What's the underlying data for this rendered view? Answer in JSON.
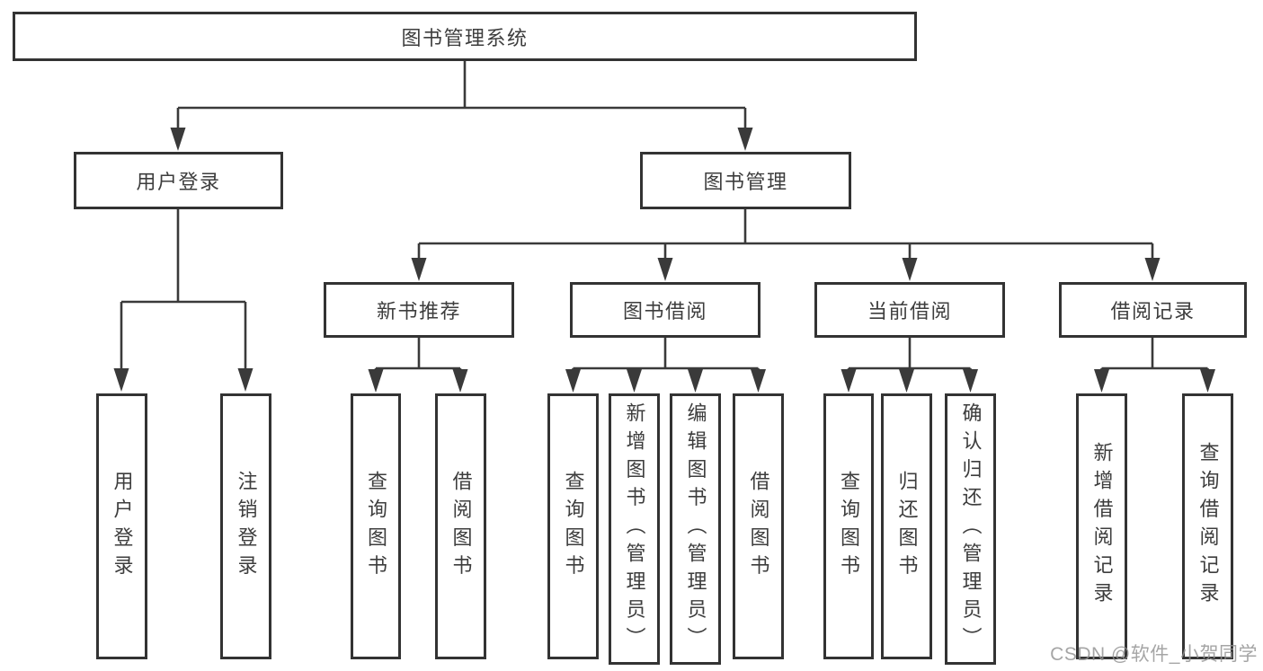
{
  "diagram": {
    "title": "图书管理系统",
    "root": {
      "label": "图书管理系统"
    },
    "level1": {
      "user_login": {
        "label": "用户登录"
      },
      "book_management": {
        "label": "图书管理"
      }
    },
    "user_children": [
      {
        "label": "用户登录"
      },
      {
        "label": "注销登录"
      }
    ],
    "sections": [
      {
        "label": "新书推荐",
        "children": [
          {
            "label": "查询图书"
          },
          {
            "label": "借阅图书"
          }
        ]
      },
      {
        "label": "图书借阅",
        "children": [
          {
            "label": "查询图书"
          },
          {
            "label": "新增图书（管理员）"
          },
          {
            "label": "编辑图书（管理员）"
          },
          {
            "label": "借阅图书"
          }
        ]
      },
      {
        "label": "当前借阅",
        "children": [
          {
            "label": "查询图书"
          },
          {
            "label": "归还图书"
          },
          {
            "label": "确认归还（管理员）"
          }
        ]
      },
      {
        "label": "借阅记录",
        "children": [
          {
            "label": "新增借阅记录"
          },
          {
            "label": "查询借阅记录"
          }
        ]
      }
    ]
  },
  "watermark": {
    "text": "CSDN @软件_小贺同学"
  },
  "colors": {
    "background": "#ffffff",
    "box_border": "#333333",
    "connector_line": "#3a3a3a",
    "text": "#3d3d3d",
    "watermark_text": "#919191"
  }
}
